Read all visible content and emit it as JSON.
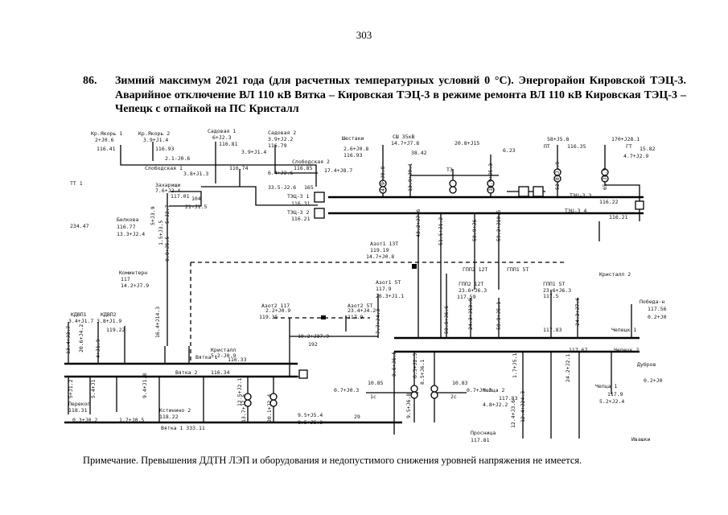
{
  "page_number": "303",
  "heading_number": "86.",
  "heading_text": "Зимний максимум 2021 года (для расчетных температурных условий 0 °С). Энергорайон Кировской ТЭЦ-3. Аварийное отключение ВЛ 110 кВ Вятка – Кировская ТЭЦ-3 в режиме ремонта ВЛ 110 кВ Кировская ТЭЦ-3 – Чепецк с отпайкой на ПС Кристалл",
  "note": "Примечание. Превышения ДДТН ЛЭП и оборудования и недопустимого снижения уровней напряжения не имеется.",
  "labels": [
    "Кр.Якорь 1",
    "2+J0.6",
    "116.41",
    "Кр.Якорь 2",
    "3.9+J1.4",
    "116.93",
    "Садовая 1",
    "6+J2.3",
    "116.81",
    "Садовая 2",
    "3.9+J2.2",
    "116.79",
    "Шестаки",
    "2.6+J0.8",
    "116.93",
    "СШ 35кВ",
    "14.7+J7.8",
    "38.42",
    "20.8+J15",
    "6.23",
    "58+J5.8",
    "ПТ",
    "116.35",
    "170+J28.1",
    "ГТ",
    "15.82",
    "4.7+J2.9",
    "2.1-J0.6",
    "3.9+J1.4",
    "Слободская 1",
    "3.8+J1.3",
    "116.74",
    "Слободская 2",
    "116.85",
    "6.4+J2.6",
    "17.4+J8.7",
    "Захарищи",
    "7.6+J2.4",
    "117.01",
    "104",
    "21-J1.5",
    "33.5-J2.6",
    "165",
    "ТЭЦ-3 1",
    "116.31",
    "ТЭЦ-3 2",
    "116.21",
    "ТЭЦ-3 3",
    "116.22",
    "ТЭЦ-3 4",
    "116.21",
    "Т3",
    "ТТ 1",
    "234.47",
    "Белкова",
    "116.77",
    "13.3+J2.4",
    "Азот1 13Т",
    "119.19",
    "14.7+J0.8",
    "Кристалл 2",
    "ГПП2 12Т",
    "ГПП1 5Т",
    "Коминтерн",
    "117",
    "14.2+J7.9",
    "Азот1 5Т",
    "117.9",
    "26.3+J1.1",
    "ГПП2 12Т",
    "23.6+J6.3",
    "117.59",
    "ГПП1 5Т",
    "23.6+J6.3",
    "117.5",
    "Победа-н",
    "117.56",
    "0.2+J0",
    "Чепецк 1",
    "117.83",
    "Чепецк 2",
    "117.67",
    "КДВП1",
    "КДВП2",
    "3.4+J1.7",
    "3.8+J1.9",
    "119.22",
    "Азот2 117",
    "2.2+J0.9",
    "119.35",
    "Азот2 5Т",
    "23.4+J4.2",
    "117.9",
    "Кристалл",
    "5.2-J0.9",
    "10.2+J37.9",
    "192",
    "Вятка 1",
    "116.33",
    "Вятка 2",
    "116.34",
    "10.85",
    "0.7+J0.3",
    "1с",
    "10.83",
    "0.7+J0.3",
    "2с",
    "Перекоп",
    "118.31",
    "0.3+J0.2",
    "Кстинино 2",
    "118.22",
    "1.7+J0.5",
    "Дубров",
    "0.2+J0",
    "Чепца 1",
    "117.9",
    "5.2+J2.4",
    "Чепца 2",
    "117.83",
    "4.8+J2.2",
    "9.5+J5.4",
    "8.5+J5.3",
    "29",
    "Вятка 1 333.11",
    "Просница",
    "117.81",
    "Ивашки"
  ],
  "flows": [
    "4.9+J8.8",
    "13.9+J9.1",
    "10.9+J5.3",
    "52.8+J1.9",
    "65+J8.9",
    "5+J2.7",
    "43.2+J7.6",
    "0.8+J5.5",
    "5+J3.9",
    "51.5+J1.2",
    "59.2+J10.5",
    "58.9+J6",
    "13.4+J3.7",
    "12.5+J2.1",
    "7.7+J4.3",
    "12.4+J24.3",
    "6.5+J2.5",
    "24.2+J7.6",
    "24.3+J13.8",
    "58.8+J6.6",
    "58.8+J5.1",
    "20.6+J4.2",
    "4+J1.9",
    "16.4+J14.3",
    "5+J1.2",
    "9.4+J1.8",
    "13.7+J2.5",
    "20.1+J2.4",
    "0.6+J6.5",
    "8.5+J6.1",
    "9.5+J6.8",
    "1.7+J5.1",
    "12.4+J3.6",
    "24.2+J2.1",
    "1.5+J3.5",
    "5.4+J1"
  ]
}
